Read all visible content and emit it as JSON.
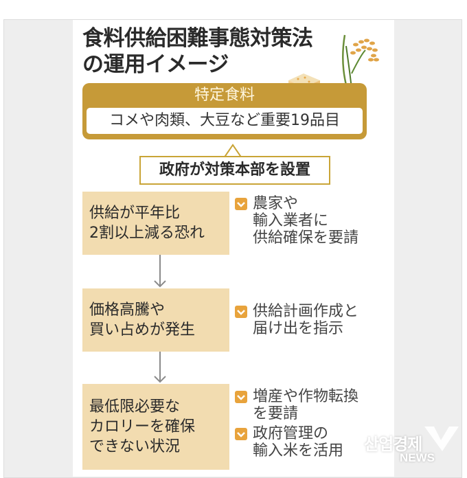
{
  "title": {
    "line1": "食料供給困難事態対策法",
    "line2": "の運用イメージ"
  },
  "specified_food": {
    "heading": "特定食料",
    "description": "コメや肉類、大豆など重要19品目"
  },
  "headquarters": {
    "label": "政府が対策本部を設置"
  },
  "steps": [
    {
      "condition": [
        "供給が平年比",
        "2割以上減る恐れ"
      ],
      "actions": [
        [
          "農家や",
          "輸入業者に",
          "供給確保を要請"
        ]
      ]
    },
    {
      "condition": [
        "価格高騰や",
        "買い占めが発生"
      ],
      "actions": [
        [
          "供給計画作成と",
          "届け出を指示"
        ]
      ]
    },
    {
      "condition": [
        "最低限必要な",
        "カロリーを確保",
        "できない状況"
      ],
      "actions": [
        [
          "増産や作物転換",
          "を要請"
        ],
        [
          "政府管理の",
          "輸入米を活用"
        ]
      ]
    }
  ],
  "watermark": {
    "brand": "산업경제",
    "sub": "NEWS"
  },
  "colors": {
    "gold": "#c69a38",
    "step_fill": "#f2dcb0",
    "check": "#e8a33c",
    "arrow": "#8a8a8a"
  }
}
